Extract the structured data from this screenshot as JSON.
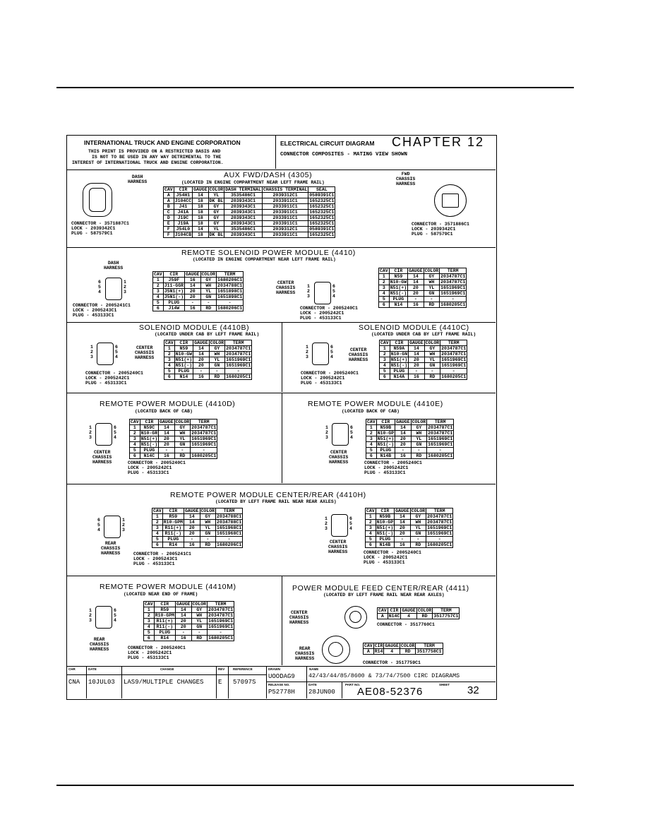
{
  "header": {
    "company": "INTERNATIONAL TRUCK AND ENGINE CORPORATION",
    "notice_1": "THIS PRINT IS PROVIDED ON A RESTRICTED BASIS AND",
    "notice_2": "IS NOT TO BE USED IN ANY WAY DETRIMENTAL TO THE",
    "notice_3": "INTEREST OF INTERNATIONAL TRUCK AND ENGINE CORPORATION.",
    "diagram": "ELECTRICAL CIRCUIT DIAGRAM",
    "chapter": "CHAPTER 12",
    "subtitle": "CONNECTOR COMPOSITES - MATING VIEW SHOWN"
  },
  "aux": {
    "title": "AUX FWD/DASH (4305)",
    "location": "(LOCATED IN ENGINE COMPARTMENT NEAR LEFT FRAME RAIL)",
    "left_harness": "DASH\nHARNESS",
    "right_harness": "FWD\nCHASSIS\nHARNESS",
    "left_info": "CONNECTOR - 3571887C1\nLOCK - 2039342C1\nPLUG - 587579C1",
    "right_info": "CONNECTOR - 3571886C1\nLOCK - 2039342C1\nPLUG - 587579C1",
    "headers": [
      "CAV",
      "CIR",
      "GAUGE",
      "COLOR",
      "DASH TERMINAL",
      "CHASSIS TERMINAL",
      "SEAL"
    ],
    "rows": [
      [
        "A",
        "J54H1",
        "14",
        "YL",
        "3535486C1",
        "2039312C1",
        "0589391C1"
      ],
      [
        "A",
        "J104CC",
        "18",
        "DK BL",
        "2039343C1",
        "2033911C1",
        "1652325C1"
      ],
      [
        "B",
        "J41",
        "18",
        "GY",
        "2039343C1",
        "2033911C1",
        "1652325C1"
      ],
      [
        "C",
        "J41A",
        "18",
        "GY",
        "2039343C1",
        "2033911C1",
        "1652325C1"
      ],
      [
        "D",
        "J19C",
        "18",
        "GY",
        "2039343C1",
        "2033911C1",
        "1652325C1"
      ],
      [
        "E",
        "J19A",
        "18",
        "GY",
        "2039343C1",
        "2033911C1",
        "1652325C1"
      ],
      [
        "F",
        "J54L0",
        "14",
        "YL",
        "3535486C1",
        "2039312C1",
        "0589391C1"
      ],
      [
        "F",
        "J104CB",
        "18",
        "DK BL",
        "2039343C1",
        "2033911C1",
        "1652325C1"
      ]
    ]
  },
  "rspm": {
    "title": "REMOTE SOLENOID POWER MODULE (4410)",
    "location": "(LOCATED IN ENGINE COMPARTMENT NEAR LEFT FRAME RAIL)",
    "left_harness": "DASH\nHARNESS",
    "right_harness": "CENTER\nCHASSIS\nHARNESS",
    "left_info": "CONNECTOR - 2005241C1\nLOCK - 2005243C1\nPLUG - 453133C1",
    "right_info": "CONNECTOR - 2005240C1\nLOCK - 2005242C1\nPLUG - 453133C1",
    "headers": [
      "CAV",
      "CIR",
      "GAUGE",
      "COLOR",
      "TERM"
    ],
    "left_rows": [
      [
        "1",
        "J59F",
        "16",
        "GY",
        "1680206C1"
      ],
      [
        "2",
        "J11-GGR",
        "14",
        "WH",
        "2034788C1"
      ],
      [
        "3",
        "J5N1(+)",
        "20",
        "YL",
        "1651898C1"
      ],
      [
        "4",
        "J5N1(-)",
        "20",
        "GN",
        "1651898C1"
      ],
      [
        "5",
        "PLUG",
        "-",
        "-",
        "-"
      ],
      [
        "6",
        "J14W",
        "16",
        "RD",
        "1680206C1"
      ]
    ],
    "right_rows": [
      [
        "1",
        "N59",
        "14",
        "GY",
        "2034787C1"
      ],
      [
        "2",
        "N10-GW",
        "14",
        "WH",
        "2034787C1"
      ],
      [
        "3",
        "N51(+)",
        "20",
        "YL",
        "1651969C1"
      ],
      [
        "4",
        "N51(-)",
        "20",
        "GN",
        "1651969C1"
      ],
      [
        "5",
        "PLUG",
        "-",
        "-",
        "-"
      ],
      [
        "6",
        "N14",
        "16",
        "RD",
        "1680205C1"
      ]
    ]
  },
  "sm_b": {
    "title": "SOLENOID MODULE (4410B)",
    "location": "(LOCATED UNDER CAB BY LEFT FRAME RAIL)",
    "harness": "CENTER\nCHASSIS\nHARNESS",
    "info": "CONNECTOR - 2005240C1\nLOCK - 2005242C1\nPLUG - 453133C1",
    "rows": [
      [
        "1",
        "N59",
        "14",
        "GY",
        "2034787C1"
      ],
      [
        "2",
        "N10-GW",
        "14",
        "WH",
        "2034787C1"
      ],
      [
        "3",
        "N51(+)",
        "20",
        "YL",
        "1651969C1"
      ],
      [
        "4",
        "N51(-)",
        "20",
        "GN",
        "1651969C1"
      ],
      [
        "5",
        "PLUG",
        "-",
        "-",
        "-"
      ],
      [
        "6",
        "N14",
        "16",
        "RD",
        "1680205C1"
      ]
    ]
  },
  "sm_c": {
    "title": "SOLENOID MODULE (4410C)",
    "location": "(LOCATED UNDER CAB BY LEFT FRAME RAIL)",
    "harness": "CENTER\nCHASSIS\nHARNESS",
    "info": "CONNECTOR - 2005240C1\nLOCK - 2005242C1\nPLUG - 453133C1",
    "rows": [
      [
        "1",
        "N59A",
        "14",
        "GY",
        "2034787C1"
      ],
      [
        "2",
        "N10-GN",
        "14",
        "WH",
        "2034787C1"
      ],
      [
        "3",
        "N51(+)",
        "20",
        "YL",
        "1651969C1"
      ],
      [
        "4",
        "N51(-)",
        "20",
        "GN",
        "1651969C1"
      ],
      [
        "5",
        "PLUG",
        "-",
        "-",
        "-"
      ],
      [
        "6",
        "N14A",
        "16",
        "RD",
        "1680205C1"
      ]
    ]
  },
  "rpm_d": {
    "title": "REMOTE POWER MODULE (4410D)",
    "location": "(LOCATED BACK OF CAB)",
    "harness": "CENTER\nCHASSIS\nHARNESS",
    "info": "CONNECTOR - 2005240C1\nLOCK - 2005242C1\nPLUG - 453133C1",
    "rows": [
      [
        "1",
        "N59C",
        "14",
        "GY",
        "2034787C1"
      ],
      [
        "2",
        "N10-GR",
        "14",
        "WH",
        "2034787C1"
      ],
      [
        "3",
        "N51(+)",
        "20",
        "YL",
        "1651969C1"
      ],
      [
        "4",
        "N51(-)",
        "20",
        "GN",
        "1651969C1"
      ],
      [
        "5",
        "PLUG",
        "-",
        "-",
        "-"
      ],
      [
        "6",
        "N14C",
        "16",
        "RD",
        "1680205C1"
      ]
    ]
  },
  "rpm_e": {
    "title": "REMOTE POWER MODULE (4410E)",
    "location": "(LOCATED BACK OF CAB)",
    "harness": "CENTER\nCHASSIS\nHARNESS",
    "info": "CONNECTOR - 2005240C1\nLOCK - 2005242C1\nPLUG - 453133C1",
    "rows": [
      [
        "1",
        "N59B",
        "14",
        "GY",
        "2034787C1"
      ],
      [
        "2",
        "N10-GP",
        "14",
        "WH",
        "2034787C1"
      ],
      [
        "3",
        "N51(+)",
        "20",
        "YL",
        "1651969C1"
      ],
      [
        "4",
        "N51(-)",
        "20",
        "GN",
        "1651969C1"
      ],
      [
        "5",
        "PLUG",
        "-",
        "-",
        "-"
      ],
      [
        "6",
        "N14B",
        "16",
        "RD",
        "1680205C1"
      ]
    ]
  },
  "rpm_h": {
    "title": "REMOTE POWER MODULE CENTER/REAR (4410H)",
    "location": "(LOCATED BY LEFT FRAME RAIL NEAR REAR AXLES)",
    "left_harness": "REAR\nCHASSIS\nHARNESS",
    "right_harness": "CENTER\nCHASSIS\nHARNESS",
    "left_info": "CONNECTOR - 2005241C1\nLOCK - 2005243C1\nPLUG - 453133C1",
    "right_info": "CONNECTOR - 2005240C1\nLOCK - 2005242C1\nPLUG - 453133C1",
    "left_rows": [
      [
        "1",
        "R59",
        "14",
        "GY",
        "2034788C1"
      ],
      [
        "2",
        "R10-GPM",
        "14",
        "WH",
        "2034788C1"
      ],
      [
        "3",
        "R11(+)",
        "20",
        "YL",
        "1651968C1"
      ],
      [
        "4",
        "R11(-)",
        "20",
        "GN",
        "1651968C1"
      ],
      [
        "5",
        "PLUG",
        "-",
        "-",
        "-"
      ],
      [
        "6",
        "R14",
        "16",
        "RD",
        "1680206C1"
      ]
    ],
    "right_rows": [
      [
        "1",
        "N59B",
        "14",
        "GY",
        "2034787C1"
      ],
      [
        "2",
        "N10-GP",
        "14",
        "WH",
        "2034787C1"
      ],
      [
        "3",
        "N51(+)",
        "20",
        "YL",
        "1651969C1"
      ],
      [
        "4",
        "N51(-)",
        "20",
        "GN",
        "1651969C1"
      ],
      [
        "5",
        "PLUG",
        "-",
        "-",
        "-"
      ],
      [
        "6",
        "N14B",
        "16",
        "RD",
        "1680205C1"
      ]
    ]
  },
  "rpm_m": {
    "title": "REMOTE POWER MODULE (4410M)",
    "location": "(LOCATED NEAR END OF FRAME)",
    "harness": "REAR\nCHASSIS\nHARNESS",
    "info": "CONNECTOR - 2005240C1\nLOCK - 2005242C1\nPLUG - 453133C1",
    "rows": [
      [
        "1",
        "R59",
        "14",
        "GY",
        "2034787C1"
      ],
      [
        "2",
        "R10-GPM",
        "14",
        "WH",
        "2034787C1"
      ],
      [
        "3",
        "R11(+)",
        "20",
        "YL",
        "1651969C1"
      ],
      [
        "4",
        "R11(-)",
        "20",
        "GN",
        "1651969C1"
      ],
      [
        "5",
        "PLUG",
        "-",
        "-",
        "-"
      ],
      [
        "6",
        "R14",
        "16",
        "RD",
        "1680205C1"
      ]
    ]
  },
  "pmfc": {
    "title": "POWER MODULE FEED CENTER/REAR (4411)",
    "location": "(LOCATED BY LEFT FRAME RAIL NEAR REAR AXLES)",
    "center_harness": "CENTER\nCHASSIS\nHARNESS",
    "rear_harness": "REAR\nCHASSIS\nHARNESS",
    "center_headers": [
      "CAV",
      "CIR",
      "GAUGE",
      "COLOR",
      "TERM"
    ],
    "center_rows": [
      [
        "A",
        "N14C",
        "4",
        "RD",
        "3517757C1"
      ]
    ],
    "center_connector": "CONNECTOR - 3517760C1",
    "rear_rows": [
      [
        "A",
        "R14",
        "4",
        "RD",
        "3517758C1"
      ]
    ],
    "rear_connector": "CONNECTOR - 3517759C1"
  },
  "title_block": {
    "lbl_chr": "CHR",
    "lbl_date": "DATE",
    "lbl_change": "CHANGE",
    "lbl_rev": "REV",
    "lbl_ref": "REFERENCE",
    "lbl_drawn": "DRAWN",
    "lbl_name": "NAME",
    "lbl_release": "RELEASE NO.",
    "lbl_date2": "DATE",
    "lbl_part": "PART NO.",
    "lbl_sheet": "SHEET",
    "chr": "CNA",
    "date": "10JUL03",
    "change": "LAS9/MULTIPLE CHANGES",
    "rev": "E",
    "reference": "57097S",
    "drawn": "UOODAG9",
    "name": "42/43/44/85/8600 & 73/74/7500 CIRC DIAGRAMS",
    "release": "P52778H",
    "release_date": "28JUN00",
    "part": "AE08-52376",
    "sheet": "32"
  }
}
